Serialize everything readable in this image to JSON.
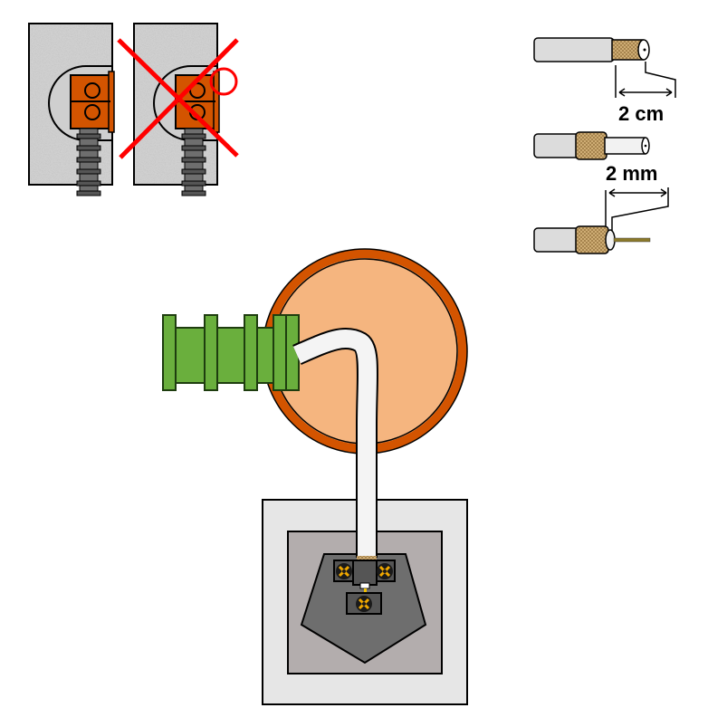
{
  "labels": {
    "strip_length": "2 cm",
    "gap_length": "2 mm"
  },
  "colors": {
    "terminal": "#D35400",
    "pipe": "#6AAF3D",
    "box_fill": "#F5B57F",
    "cross": "#FF0000",
    "wall": "#B5B5B5"
  },
  "icons": [
    "correct-installation",
    "wrong-installation-cross",
    "coax-cable-stripping",
    "junction-box",
    "wall-socket"
  ]
}
